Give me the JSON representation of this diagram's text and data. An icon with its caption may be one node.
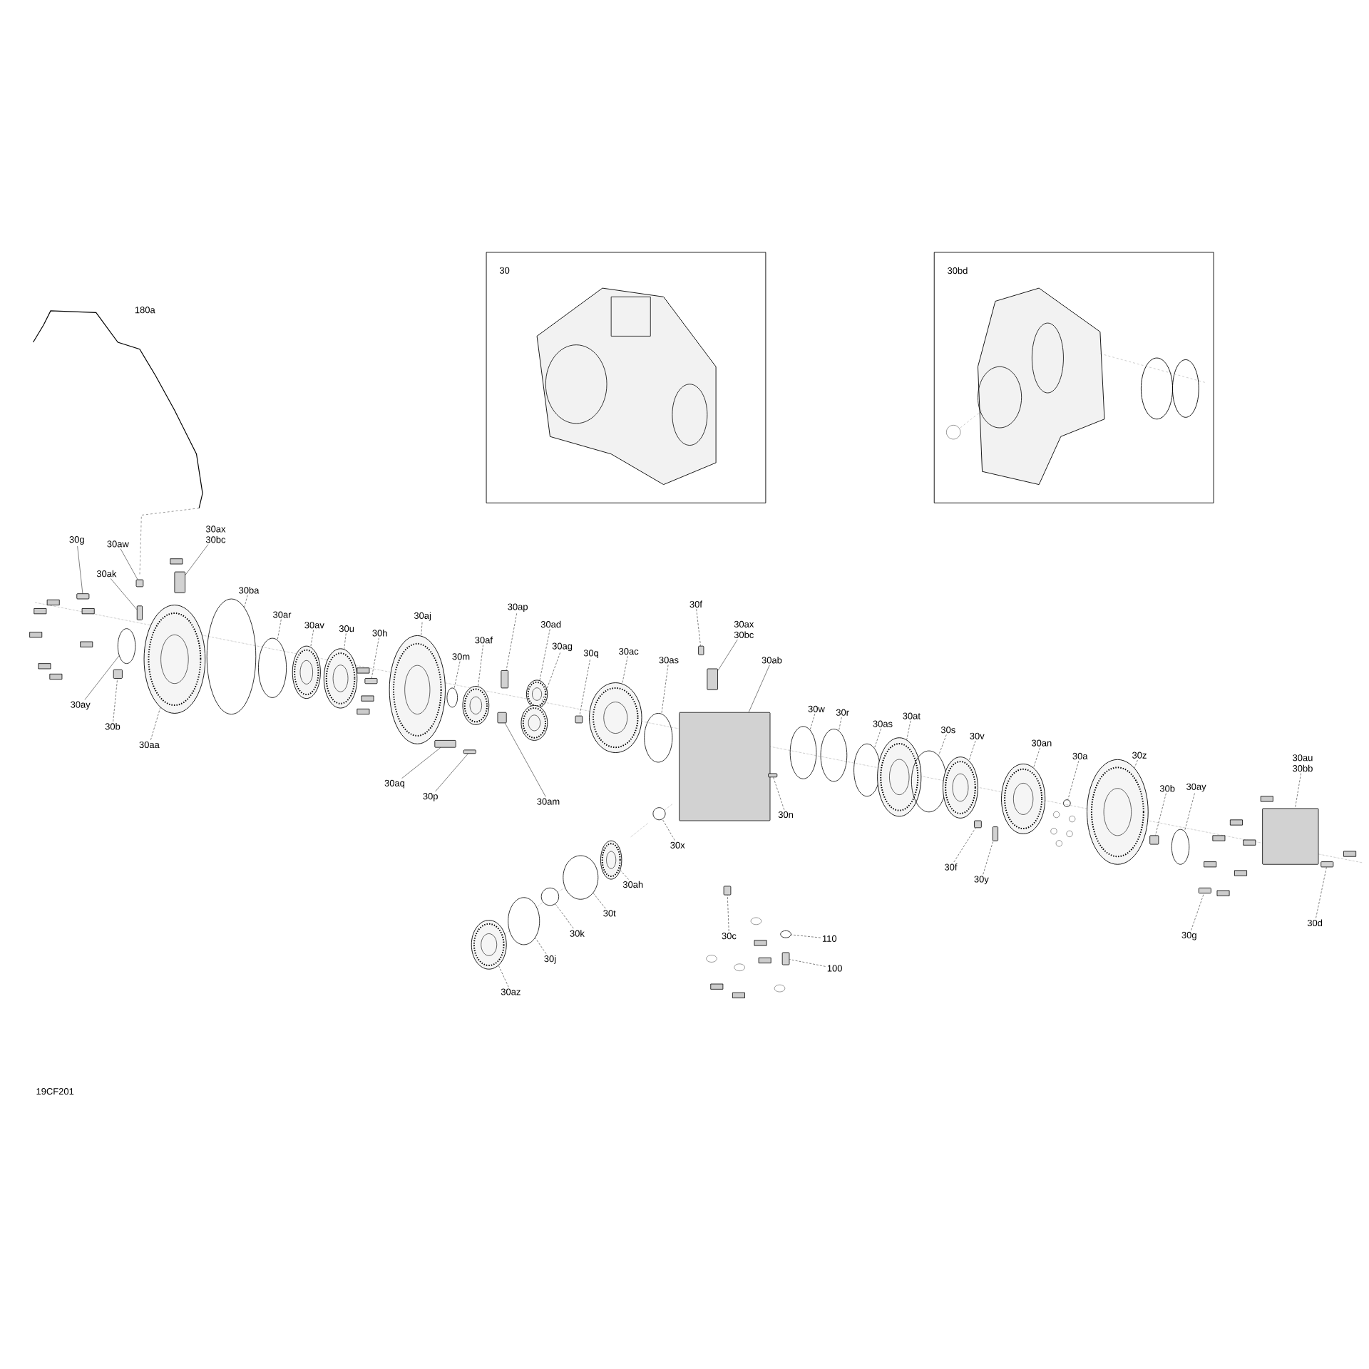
{
  "diagram": {
    "nodes": [
      {
        "text": [
          "30g"
        ]
      },
      {
        "text": [
          "30aw"
        ]
      },
      {
        "text": [
          "30ak"
        ]
      },
      {
        "text": [
          "30ax",
          "30bc"
        ]
      },
      {
        "text": [
          "30ay"
        ]
      },
      {
        "text": [
          "30b"
        ]
      },
      {
        "text": [
          "30aa"
        ]
      },
      {
        "text": [
          "30ba"
        ]
      },
      {
        "text": [
          "30ar"
        ]
      },
      {
        "text": [
          "30av"
        ]
      },
      {
        "text": [
          "30u"
        ]
      },
      {
        "text": [
          "30h"
        ]
      },
      {
        "text": [
          "30aj"
        ]
      },
      {
        "text": [
          "30m"
        ]
      },
      {
        "text": [
          "30af"
        ]
      },
      {
        "text": [
          "30ap"
        ]
      },
      {
        "text": [
          "30ad"
        ]
      },
      {
        "text": [
          "30aq"
        ]
      },
      {
        "text": [
          "30p"
        ]
      },
      {
        "text": [
          "30am"
        ]
      },
      {
        "text": [
          "30ag"
        ]
      },
      {
        "text": [
          "30q"
        ]
      },
      {
        "text": [
          "30ac"
        ]
      },
      {
        "text": [
          "30as"
        ]
      },
      {
        "text": [
          "30f"
        ]
      },
      {
        "text": [
          "30ax",
          "30bc"
        ]
      },
      {
        "text": [
          "30ab"
        ]
      },
      {
        "text": [
          "30w"
        ]
      },
      {
        "text": [
          "30r"
        ]
      },
      {
        "text": [
          "30n"
        ]
      },
      {
        "text": [
          "30x"
        ]
      },
      {
        "text": [
          "30ah"
        ]
      },
      {
        "text": [
          "30t"
        ]
      },
      {
        "text": [
          "30k"
        ]
      },
      {
        "text": [
          "30j"
        ]
      },
      {
        "text": [
          "30az"
        ]
      },
      {
        "text": [
          "30c"
        ]
      },
      {
        "text": [
          "110"
        ]
      },
      {
        "text": [
          "100"
        ]
      },
      {
        "text": [
          "30as"
        ]
      },
      {
        "text": [
          "30at"
        ]
      },
      {
        "text": [
          "30s"
        ]
      },
      {
        "text": [
          "30v"
        ]
      },
      {
        "text": [
          "30an"
        ]
      },
      {
        "text": [
          "30a"
        ]
      },
      {
        "text": [
          "30z"
        ]
      },
      {
        "text": [
          "30b"
        ]
      },
      {
        "text": [
          "30ay"
        ]
      },
      {
        "text": [
          "30au",
          "30bb"
        ]
      },
      {
        "text": [
          "30f"
        ]
      },
      {
        "text": [
          "30y"
        ]
      },
      {
        "text": [
          "30g"
        ]
      },
      {
        "text": [
          "30d"
        ]
      },
      {
        "text": [
          "30"
        ]
      },
      {
        "text": [
          "30bd"
        ]
      },
      {
        "text": [],
        "shape": "box"
      },
      {
        "text": [],
        "shape": "box"
      },
      {
        "text": [],
        "shape": "box"
      },
      {
        "text": [],
        "shape": "box"
      },
      {
        "text": [],
        "shape": "circle"
      },
      {
        "text": [],
        "shape": "box"
      },
      {
        "text": [],
        "shape": "picture"
      },
      {
        "text": [],
        "shape": "circle"
      },
      {
        "text": [],
        "shape": "circle"
      },
      {
        "text": [],
        "shape": "picture"
      },
      {
        "text": [],
        "shape": "picture"
      },
      {
        "text": [],
        "shape": "box"
      },
      {
        "text": [],
        "shape": "picture"
      },
      {
        "text": [],
        "shape": "circle"
      },
      {
        "text": [],
        "shape": "picture"
      },
      {
        "text": [],
        "shape": "box"
      },
      {
        "text": [],
        "shape": "picture"
      },
      {
        "text": [],
        "shape": "box"
      },
      {
        "text": [],
        "shape": "box"
      },
      {
        "text": [],
        "shape": "box"
      },
      {
        "text": [],
        "shape": "picture"
      },
      {
        "text": [],
        "shape": "box"
      },
      {
        "text": [],
        "shape": "picture"
      },
      {
        "text": [],
        "shape": "circle"
      },
      {
        "text": [],
        "shape": "box"
      },
      {
        "text": [],
        "shape": "box"
      },
      {
        "text": [],
        "shape": "box"
      },
      {
        "text": [],
        "shape": "circle"
      },
      {
        "text": [],
        "shape": "circle"
      },
      {
        "text": [],
        "shape": "box"
      },
      {
        "text": [],
        "shape": "circle"
      },
      {
        "text": [],
        "shape": "picture"
      },
      {
        "text": [],
        "shape": "circle"
      },
      {
        "text": [],
        "shape": "circle"
      },
      {
        "text": [],
        "shape": "circle"
      },
      {
        "text": [],
        "shape": "picture"
      },
      {
        "text": [],
        "shape": "box"
      },
      {
        "text": [],
        "shape": "circle"
      },
      {
        "text": [],
        "shape": "box"
      },
      {
        "text": [],
        "shape": "circle"
      },
      {
        "text": [],
        "shape": "picture"
      },
      {
        "text": [],
        "shape": "circle"
      },
      {
        "text": [],
        "shape": "picture"
      },
      {
        "text": [],
        "shape": "picture"
      },
      {
        "text": [],
        "shape": "circle"
      },
      {
        "text": [],
        "shape": "picture"
      },
      {
        "text": [],
        "shape": "box"
      },
      {
        "text": [],
        "shape": "circle"
      },
      {
        "text": [],
        "shape": "box"
      },
      {
        "text": [],
        "shape": "box"
      },
      {
        "text": [],
        "shape": "box"
      },
      {
        "text": [],
        "shape": "box"
      },
      {
        "text": [],
        "shape": "box"
      }
    ],
    "edges": [
      {
        "from": 0,
        "to": 55,
        "arrow": "none"
      },
      {
        "from": 1,
        "to": 56,
        "arrow": "none"
      },
      {
        "from": 2,
        "to": 57,
        "arrow": "none"
      },
      {
        "from": 3,
        "to": 58,
        "arrow": "none"
      },
      {
        "from": 4,
        "to": 59,
        "arrow": "none"
      },
      {
        "from": 5,
        "to": 60,
        "arrow": "none",
        "style": "dashed"
      },
      {
        "from": 6,
        "to": 61,
        "arrow": "none",
        "style": "dashed"
      },
      {
        "from": 7,
        "to": 62,
        "arrow": "none",
        "style": "dashed"
      },
      {
        "from": 8,
        "to": 63,
        "arrow": "none",
        "style": "dashed"
      },
      {
        "from": 9,
        "to": 64,
        "arrow": "none",
        "style": "dashed"
      },
      {
        "from": 10,
        "to": 65,
        "arrow": "none",
        "style": "dashed"
      },
      {
        "from": 11,
        "to": 66,
        "arrow": "none",
        "style": "dashed"
      },
      {
        "from": 12,
        "to": 67,
        "arrow": "none",
        "style": "dashed"
      },
      {
        "from": 13,
        "to": 68,
        "arrow": "none",
        "style": "dashed"
      },
      {
        "from": 14,
        "to": 69,
        "arrow": "none",
        "style": "dashed"
      },
      {
        "from": 15,
        "to": 70,
        "arrow": "none",
        "style": "dashed"
      },
      {
        "from": 16,
        "to": 71,
        "arrow": "none",
        "style": "dashed"
      },
      {
        "from": 17,
        "to": 72,
        "arrow": "none"
      },
      {
        "from": 18,
        "to": 73,
        "arrow": "none"
      },
      {
        "from": 19,
        "to": 74,
        "arrow": "none"
      },
      {
        "from": 20,
        "to": 75,
        "arrow": "none",
        "style": "dashed"
      },
      {
        "from": 21,
        "to": 76,
        "arrow": "none",
        "style": "dashed"
      },
      {
        "from": 22,
        "to": 77,
        "arrow": "none",
        "style": "dashed"
      },
      {
        "from": 23,
        "to": 78,
        "arrow": "none",
        "style": "dashed"
      },
      {
        "from": 24,
        "to": 79,
        "arrow": "none",
        "style": "dashed"
      },
      {
        "from": 25,
        "to": 80,
        "arrow": "none"
      },
      {
        "from": 26,
        "to": 81,
        "arrow": "none"
      },
      {
        "from": 27,
        "to": 82,
        "arrow": "none",
        "style": "dashed"
      },
      {
        "from": 28,
        "to": 83,
        "arrow": "none",
        "style": "dashed"
      },
      {
        "from": 29,
        "to": 84,
        "arrow": "none",
        "style": "dashed"
      },
      {
        "from": 30,
        "to": 85,
        "arrow": "none",
        "style": "dashed"
      },
      {
        "from": 31,
        "to": 86,
        "arrow": "none",
        "style": "dashed"
      },
      {
        "from": 32,
        "to": 87,
        "arrow": "none",
        "style": "dashed"
      },
      {
        "from": 33,
        "to": 88,
        "arrow": "none",
        "style": "dashed"
      },
      {
        "from": 34,
        "to": 89,
        "arrow": "none",
        "style": "dashed"
      },
      {
        "from": 35,
        "to": 90,
        "arrow": "none",
        "style": "dashed"
      },
      {
        "from": 36,
        "to": 91,
        "arrow": "none",
        "style": "dashed"
      },
      {
        "from": 37,
        "to": 92,
        "arrow": "none",
        "style": "dashed"
      },
      {
        "from": 38,
        "to": 93,
        "arrow": "none",
        "style": "dashed"
      },
      {
        "from": 39,
        "to": 94,
        "arrow": "none",
        "style": "dashed"
      },
      {
        "from": 40,
        "to": 95,
        "arrow": "none",
        "style": "dashed"
      },
      {
        "from": 41,
        "to": 96,
        "arrow": "none",
        "style": "dashed"
      },
      {
        "from": 42,
        "to": 97,
        "arrow": "none",
        "style": "dashed"
      },
      {
        "from": 43,
        "to": 98,
        "arrow": "none",
        "style": "dashed"
      },
      {
        "from": 44,
        "to": 99,
        "arrow": "none",
        "style": "dashed"
      },
      {
        "from": 45,
        "to": 100,
        "arrow": "none",
        "style": "dashed"
      },
      {
        "from": 46,
        "to": 101,
        "arrow": "none",
        "style": "dashed"
      },
      {
        "from": 47,
        "to": 102,
        "arrow": "none",
        "style": "dashed"
      },
      {
        "from": 48,
        "to": 103,
        "arrow": "none",
        "style": "dashed"
      },
      {
        "from": 49,
        "to": 104,
        "arrow": "none",
        "style": "dashed"
      },
      {
        "from": 50,
        "to": 105,
        "arrow": "none",
        "style": "dashed"
      },
      {
        "from": 51,
        "to": 106,
        "arrow": "none",
        "style": "dashed"
      },
      {
        "from": 52,
        "to": 107,
        "arrow": "none",
        "style": "dashed"
      }
    ],
    "labels": [
      "180a",
      "19CF201"
    ]
  }
}
